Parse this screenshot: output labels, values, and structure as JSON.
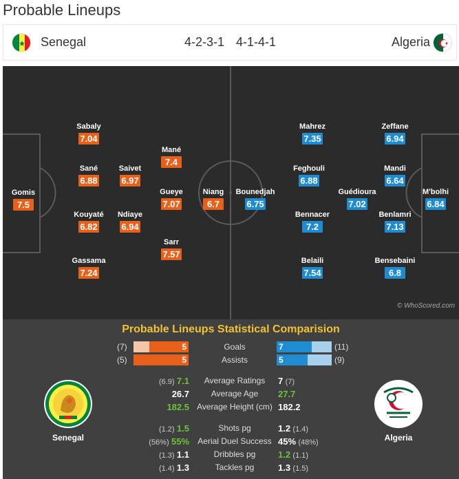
{
  "page_title": "Probable Lineups",
  "header": {
    "home_team": "Senegal",
    "home_formation": "4-2-3-1",
    "away_formation": "4-1-4-1",
    "away_team": "Algeria"
  },
  "pitch": {
    "credit": "© WhoScored.com",
    "home_players": [
      {
        "name": "Gomis",
        "rating": "7.5"
      },
      {
        "name": "Sabaly",
        "rating": "7.04"
      },
      {
        "name": "Sané",
        "rating": "6.88"
      },
      {
        "name": "Kouyaté",
        "rating": "6.82"
      },
      {
        "name": "Gassama",
        "rating": "7.24"
      },
      {
        "name": "Saivet",
        "rating": "6.97"
      },
      {
        "name": "Ndiaye",
        "rating": "6.94"
      },
      {
        "name": "Mané",
        "rating": "7.4"
      },
      {
        "name": "Gueye",
        "rating": "7.07"
      },
      {
        "name": "Sarr",
        "rating": "7.57"
      },
      {
        "name": "Niang",
        "rating": "6.7"
      }
    ],
    "away_players": [
      {
        "name": "Bounedjah",
        "rating": "6.75"
      },
      {
        "name": "Mahrez",
        "rating": "7.35"
      },
      {
        "name": "Feghouli",
        "rating": "6.88"
      },
      {
        "name": "Bennacer",
        "rating": "7.2"
      },
      {
        "name": "Belaili",
        "rating": "7.54"
      },
      {
        "name": "Guédioura",
        "rating": "7.02"
      },
      {
        "name": "Zeffane",
        "rating": "6.94"
      },
      {
        "name": "Mandi",
        "rating": "6.64"
      },
      {
        "name": "Benlamri",
        "rating": "7.13"
      },
      {
        "name": "Bensebaini",
        "rating": "6.8"
      },
      {
        "name": "M'bolhi",
        "rating": "6.84"
      }
    ]
  },
  "comparison": {
    "title": "Probable Lineups Statistical Comparision",
    "home_name": "Senegal",
    "away_name": "Algeria",
    "bars": [
      {
        "label": "Goals",
        "home_total": "(7)",
        "home_value": "5",
        "home_fraction": 0.71,
        "away_value": "7",
        "away_total": "(11)",
        "away_fraction": 0.64
      },
      {
        "label": "Assists",
        "home_total": "(5)",
        "home_value": "5",
        "home_fraction": 1.0,
        "away_value": "5",
        "away_total": "(9)",
        "away_fraction": 0.56
      }
    ],
    "rows_group1": [
      {
        "label": "Average Ratings",
        "home_sub": "(6.9)",
        "home_value": "7.1",
        "away_value": "7",
        "away_sub": "(7)",
        "best": "home"
      },
      {
        "label": "Average Age",
        "home_sub": "",
        "home_value": "26.7",
        "away_value": "27.7",
        "away_sub": "",
        "best": "away"
      },
      {
        "label": "Average Height (cm)",
        "home_sub": "",
        "home_value": "182.5",
        "away_value": "182.2",
        "away_sub": "",
        "best": "home"
      }
    ],
    "rows_group2": [
      {
        "label": "Shots pg",
        "home_sub": "(1.2)",
        "home_value": "1.5",
        "away_value": "1.2",
        "away_sub": "(1.4)",
        "best": "home"
      },
      {
        "label": "Aerial Duel Success",
        "home_sub": "(56%)",
        "home_value": "55%",
        "away_value": "45%",
        "away_sub": "(48%)",
        "best": "home"
      },
      {
        "label": "Dribbles pg",
        "home_sub": "(1.3)",
        "home_value": "1.1",
        "away_value": "1.2",
        "away_sub": "(1.1)",
        "best": "away"
      },
      {
        "label": "Tackles pg",
        "home_sub": "(1.4)",
        "home_value": "1.3",
        "away_value": "1.3",
        "away_sub": "(1.5)",
        "best": "none"
      }
    ],
    "colors": {
      "home": "#e8611a",
      "away": "#1f8bd1",
      "best": "#6cc23a",
      "title": "#f1c232"
    }
  }
}
